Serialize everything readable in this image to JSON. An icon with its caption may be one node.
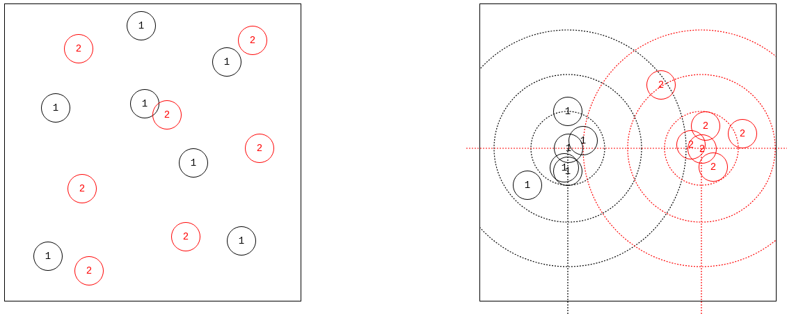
{
  "diagram": {
    "nodes": [
      {
        "text": [],
        "shape": "box"
      },
      {
        "text": [
          "1"
        ],
        "in": 0
      },
      {
        "text": [
          "2"
        ],
        "in": 0
      },
      {
        "text": [
          "2"
        ],
        "in": 0
      },
      {
        "text": [
          "1"
        ],
        "in": 0
      },
      {
        "text": [
          "1"
        ],
        "in": 0
      },
      {
        "text": [
          "1"
        ],
        "in": 0
      },
      {
        "text": [
          "2"
        ],
        "in": 0
      },
      {
        "text": [
          "2"
        ],
        "in": 0
      },
      {
        "text": [
          "1"
        ],
        "in": 0
      },
      {
        "text": [
          "2"
        ],
        "in": 0
      },
      {
        "text": [
          "2"
        ],
        "in": 0
      },
      {
        "text": [
          "1"
        ],
        "in": 0
      },
      {
        "text": [
          "1"
        ],
        "in": 0
      },
      {
        "text": [
          "2"
        ],
        "in": 0
      },
      {
        "text": [],
        "shape": "box"
      },
      {
        "text": [
          "2"
        ],
        "in": 15
      },
      {
        "text": [
          "1"
        ],
        "in": 15
      },
      {
        "text": [
          "2"
        ],
        "in": 15
      },
      {
        "text": [
          "2"
        ],
        "in": 15
      },
      {
        "text": [
          "1"
        ],
        "in": 15
      },
      {
        "text": [
          "2"
        ],
        "in": 15
      },
      {
        "text": [
          "1"
        ],
        "in": 15
      },
      {
        "text": [
          "2"
        ],
        "in": 15
      },
      {
        "text": [
          "1"
        ],
        "in": 15
      },
      {
        "text": [
          "2"
        ],
        "in": 15
      },
      {
        "text": [
          "1"
        ],
        "in": 15
      },
      {
        "text": [
          "1"
        ],
        "in": 15
      }
    ]
  }
}
